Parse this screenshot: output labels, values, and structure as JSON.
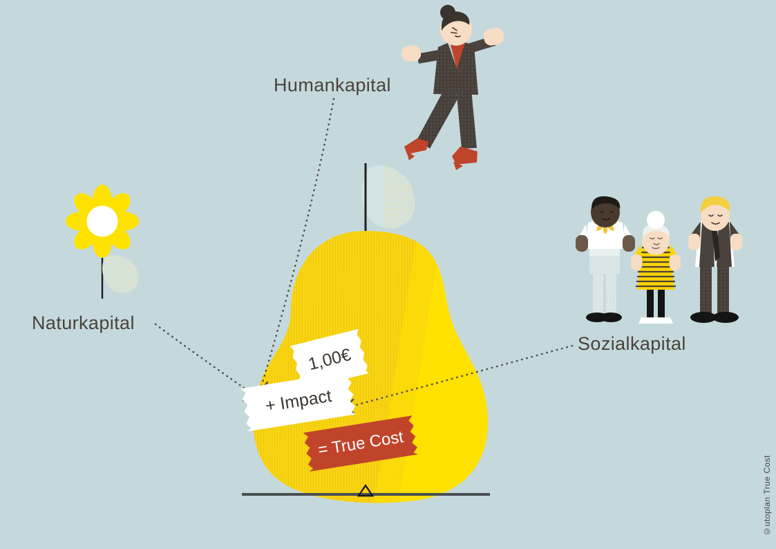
{
  "meta": {
    "kind": "infographic",
    "background_color": "#c5d9dd",
    "text_color": "#4a423c"
  },
  "labels": {
    "humankapital": "Humankapital",
    "naturkapital": "Naturkapital",
    "sozialkapital": "Sozialkapital"
  },
  "tags": {
    "price": {
      "text": "1,00€",
      "bg": "#ffffff",
      "fg": "#3c3630"
    },
    "impact": {
      "text": "+ Impact",
      "bg": "#ffffff",
      "fg": "#3c3630"
    },
    "truecost": {
      "text": "= True Cost",
      "bg": "#c0442a",
      "fg": "#ffffff"
    }
  },
  "credit": {
    "text": "©utoplan True Cost"
  },
  "illustrations": {
    "pear": {
      "name": "pear",
      "color": "#ffe200",
      "texture_color": "#e8b24a",
      "stem_color": "#231f1c",
      "leaf_color": "#d3e2e4"
    },
    "flower": {
      "name": "flower",
      "petal_color": "#ffe200",
      "center_color": "#ffffff",
      "stem_color": "#1b1b1b",
      "leaf_color": "#d3e2e4"
    },
    "jumping_woman": {
      "name": "jumping-businesswoman",
      "suit_color": "#4a423c",
      "shirt_color": "#c0442a",
      "shoe_color": "#c0442a",
      "skin_color": "#f6ddc4",
      "hair_color": "#3b332e"
    },
    "person_left": {
      "name": "person-tshirt",
      "shirt_color": "#ffffff",
      "pants_color": "#dde8e8",
      "skin_color": "#4a3a2e",
      "shoe_color": "#141414",
      "flower_motif_color": "#f6c433"
    },
    "person_middle": {
      "name": "elderly-woman-striped-dress",
      "dress_color": "#ffd400",
      "stripe_color": "#4a423c",
      "leggings_color": "#141414",
      "shoe_color": "#ffffff",
      "hair_color": "#f2f2f2",
      "skin_color": "#f6ddc4"
    },
    "person_right": {
      "name": "man-in-suit",
      "suit_color": "#4a423c",
      "shirt_color": "#ffffff",
      "tie_color": "#2b2623",
      "hair_color": "#f2cf3e",
      "skin_color": "#f6ddc4",
      "shoe_color": "#141414"
    },
    "balance": {
      "name": "balance-scale",
      "line_color": "#4a4f52"
    }
  },
  "connectors": [
    {
      "name": "connector-humankapital",
      "from": "Humankapital",
      "to": "+ Impact"
    },
    {
      "name": "connector-naturkapital",
      "from": "Naturkapital",
      "to": "+ Impact"
    },
    {
      "name": "connector-sozialkapital",
      "from": "Sozialkapital",
      "to": "+ Impact"
    }
  ]
}
